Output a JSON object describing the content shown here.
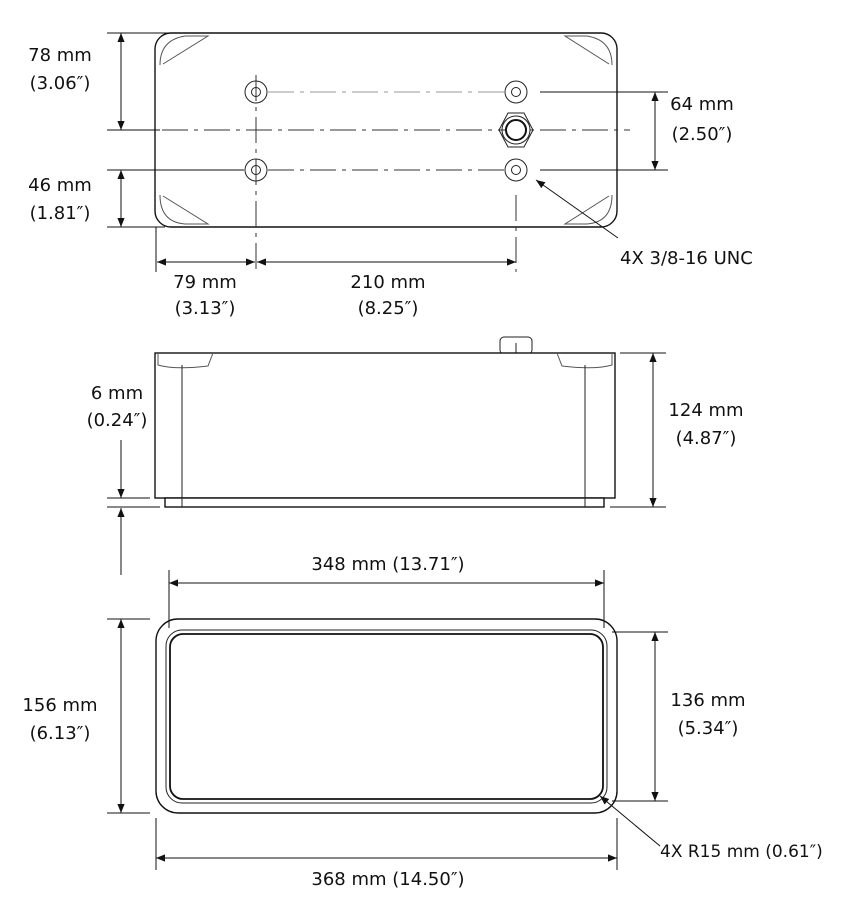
{
  "top_view": {
    "dim_78": {
      "mm": "78 mm",
      "in": "(3.06″)"
    },
    "dim_46": {
      "mm": "46 mm",
      "in": "(1.81″)"
    },
    "dim_64": {
      "mm": "64 mm",
      "in": "(2.50″)"
    },
    "dim_79": {
      "mm": "79 mm",
      "in": "(3.13″)"
    },
    "dim_210": {
      "mm": "210 mm",
      "in": "(8.25″)"
    },
    "hole_callout": "4X 3/8-16 UNC"
  },
  "side_view": {
    "dim_6": {
      "mm": "6 mm",
      "in": "(0.24″)"
    },
    "dim_124": {
      "mm": "124 mm",
      "in": "(4.87″)"
    }
  },
  "bottom_view": {
    "dim_348": "348 mm (13.71″)",
    "dim_156": {
      "mm": "156 mm",
      "in": "(6.13″)"
    },
    "dim_136": {
      "mm": "136 mm",
      "in": "(5.34″)"
    },
    "dim_368": "368 mm (14.50″)",
    "radius_callout": "4X R15 mm (0.61″)"
  }
}
